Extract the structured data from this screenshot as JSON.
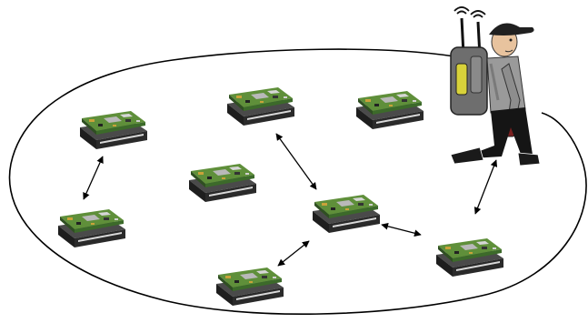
{
  "diagram": {
    "kind": "wireless-sensor-network",
    "background": "#ffffff",
    "line_color": "#000000",
    "colors": {
      "board_green": "#5f8f3a",
      "board_dark": "#2f4f22",
      "battery_black": "#1e1e1e",
      "battery_gray": "#4a4a4a",
      "chip_silver": "#b9b9b9",
      "backpack_gray": "#6e6e6e",
      "cap_black": "#202020",
      "skin": "#e8c39e",
      "shirt_gray": "#9a9a9a",
      "screen_yellow": "#d8d23a"
    },
    "nodes": [
      {
        "id": "n1",
        "label": ""
      },
      {
        "id": "n2",
        "label": ""
      },
      {
        "id": "n3",
        "label": ""
      },
      {
        "id": "n4",
        "label": ""
      },
      {
        "id": "n5",
        "label": ""
      },
      {
        "id": "n6",
        "label": ""
      },
      {
        "id": "n7",
        "label": ""
      },
      {
        "id": "n8",
        "label": ""
      }
    ],
    "links": [
      {
        "from": "n1",
        "to": "n2"
      },
      {
        "from": "n3",
        "to": "n6"
      },
      {
        "from": "n6",
        "to": "n8"
      },
      {
        "from": "n6",
        "to": "n7"
      },
      {
        "from": "n8",
        "to": "mobile-user"
      }
    ],
    "mobile_user": {
      "icon": "person-with-backpack-gateway",
      "antenna_icon": "wifi-signal-icon"
    }
  }
}
